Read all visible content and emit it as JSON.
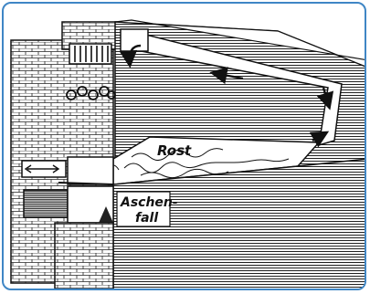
{
  "labels": {
    "rost": "Rost",
    "aschenfall_line1": "Aschen-",
    "aschenfall_line2": "fall"
  },
  "colors": {
    "frame": "#3f86c5",
    "ink": "#111111",
    "paper": "#ffffff",
    "shade": "#cfcfcf"
  },
  "icons": [
    "flow-arrow",
    "fire-flames",
    "ash-pile",
    "vent-grille",
    "heating-pipes"
  ]
}
